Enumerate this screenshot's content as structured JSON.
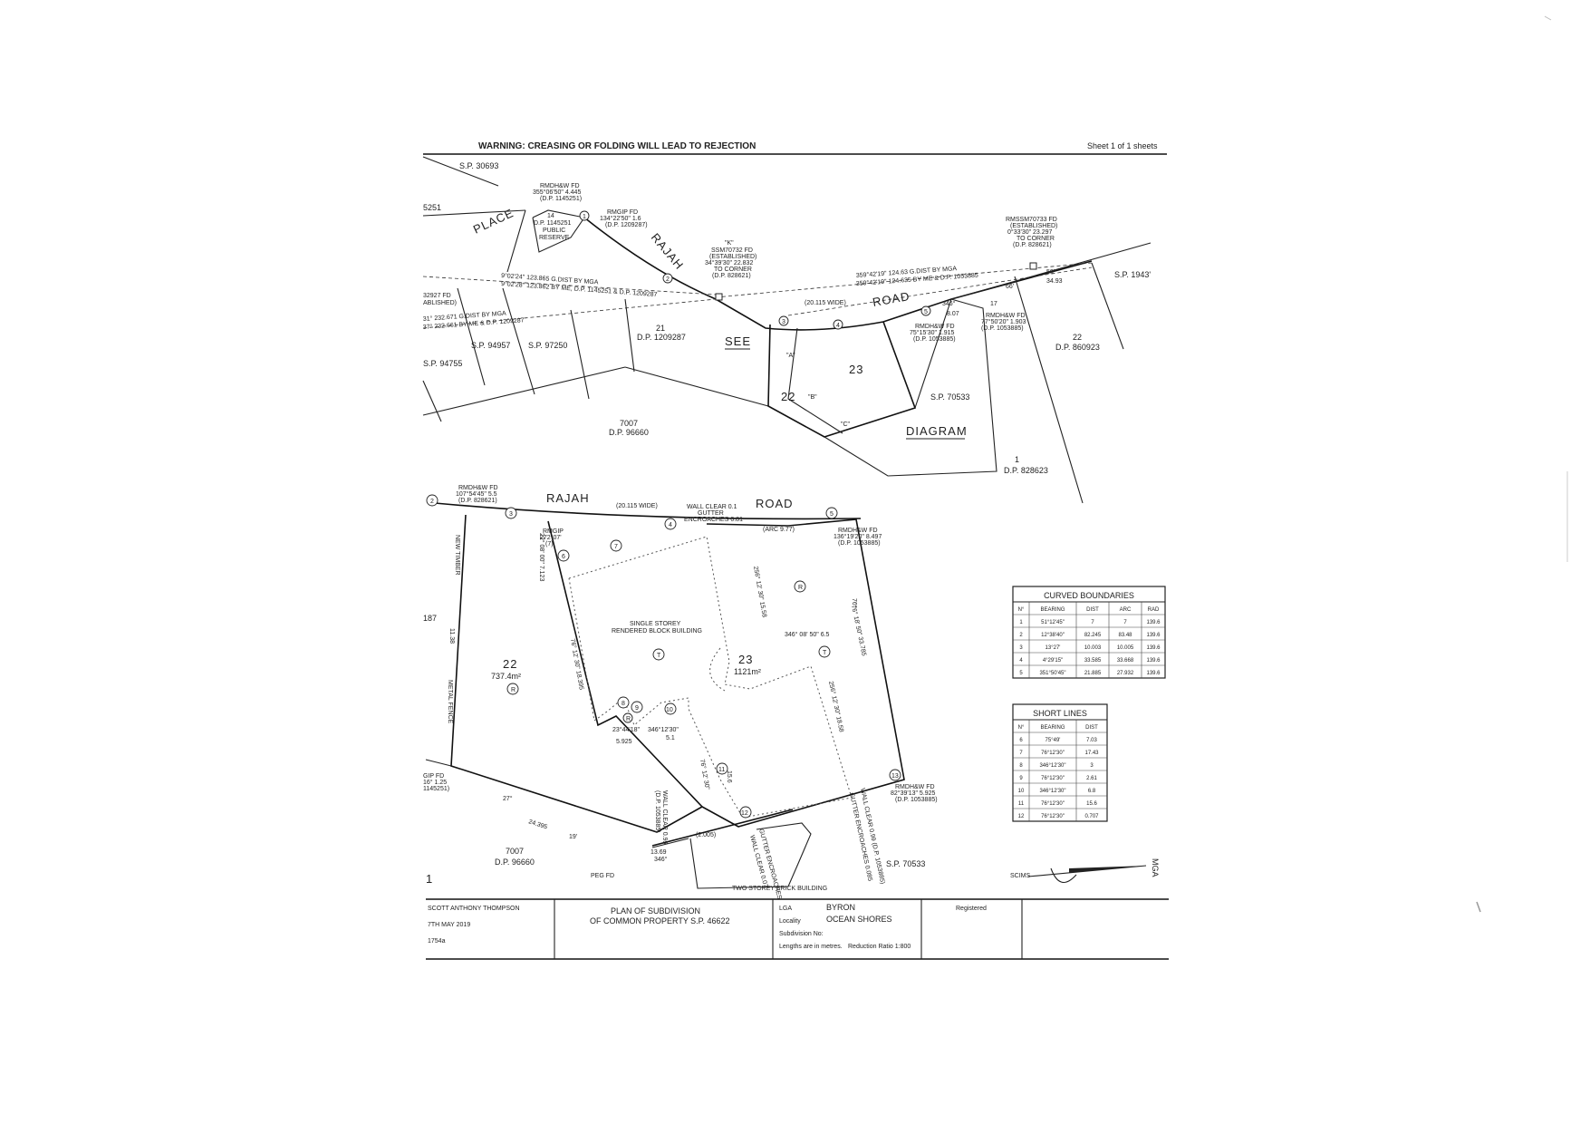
{
  "header": {
    "warning": "WARNING: CREASING OR FOLDING WILL LEAD TO REJECTION",
    "sheet": "Sheet 1 of 1 sheets"
  },
  "top_diagram": {
    "road_words": [
      "RAJAH",
      "ROAD"
    ],
    "place_word": "PLACE",
    "see_word": "SEE",
    "diagram_word": "DIAGRAM",
    "road_width": "(20.115 WIDE)",
    "lot_labels": {
      "sp30693": "S.P. 30693",
      "n251": "5251",
      "sp19431": "S.P. 1943'",
      "sp94957": "S.P. 94957",
      "sp97250": "S.P. 97250",
      "sp94755": "S.P. 94755",
      "lot21": "21",
      "dp1209287": "D.P. 1209287",
      "lot22": "22",
      "lot23": "23",
      "sp70533": "S.P. 70533",
      "lot7007": "7007",
      "dp96660": "D.P. 96660",
      "lot22r": "22",
      "dp860923": "D.P. 860923",
      "lot1": "1",
      "dp828623": "D.P. 828623",
      "lot14": "14",
      "dp1145251": "D.P. 1145251",
      "public": "PUBLIC",
      "reserve": "RESERVE"
    },
    "corner_marks": [
      "\"A\"",
      "\"B\"",
      "\"C\""
    ],
    "notes": {
      "rmdhw_fd_1": "RMDH&W FD",
      "rmdhw_fd_1b": "355°06'50\" 4.445",
      "rmdhw_fd_1c": "(D.P. 1145251)",
      "rmgip_fd": "RMGIP FD",
      "rmgip_fd_b": "134°22'50\" 1.6",
      "rmgip_fd_c": "(D.P. 1209287)",
      "ssm_k": "\"K\"",
      "ssm_k_b": "SSM70732 FD",
      "ssm_k_c": "(ESTABLISHED)",
      "ssm_k_d": "34°39'30\" 22.832",
      "ssm_k_e": "TO CORNER",
      "ssm_k_f": "(D.P. 828621)",
      "rmssm": "RMSSM70733 FD",
      "rmssm_b": "(ESTABLISHED)",
      "rmssm_c": "0°33'30\" 23.297",
      "rmssm_d": "TO CORNER",
      "rmssm_e": "(D.P. 828621)",
      "gdist_r": "359°42'19\" 124.63 G.DIST BY MGA",
      "gdist_r2": "359°42'19\" 124.635 BY ME & D.P. 1053885",
      "gdist_l": "9°02'24\" 123.865 G.DIST BY MGA",
      "gdist_l2": "9°02'28\" 123.862 BY ME, D.P. 1145251 & D.P. 1209287",
      "left_a": "32927 FD",
      "left_b": "ABLISHED)",
      "left_c": "31° 232.671 G.DIST BY MGA",
      "left_d": "37° 232.661 BY ME & D.P. 1209287",
      "seg_6": "66'",
      "seg_50": "50'",
      "seg_3493": "34.93",
      "seg_346": "346°",
      "seg_807": "8.07",
      "seg_17": "17",
      "rmdhw2": "RMDH&W FD",
      "rmdhw2_b": "75°15'30\" 1.915",
      "rmdhw2_c": "(D.P. 1053885)",
      "rmdhw3": "RMDH&W FD",
      "rmdhw3_b": "77°50'20\" 1.903",
      "rmdhw3_c": "(D.P. 1053885)"
    }
  },
  "bottom_plan": {
    "road_words": [
      "RAJAH",
      "ROAD"
    ],
    "road_width": "(20.115 WIDE)",
    "wall_clear": [
      "WALL CLEAR 0.1",
      "GUTTER",
      "ENCROACHES 0.81"
    ],
    "arc": "(ARC 9.77)",
    "rmdhw_tl": [
      "RMDH&W FD",
      "107°54'45\" 5.5",
      "(D.P. 828621)"
    ],
    "rmgip": [
      "RMGIP",
      "272°07'",
      "(7)"
    ],
    "rmdhw_tr": [
      "RMDH&W FD",
      "136°19'20\" 8.497",
      "(D.P. 1053885)"
    ],
    "rmdhw_br": [
      "RMDH&W FD",
      "82°39'13\" 5.925",
      "(D.P. 1053885)"
    ],
    "gip_fd": [
      "GIP FD",
      "16° 1.25",
      "1145251)"
    ],
    "building": [
      "SINGLE STOREY",
      "RENDERED BLOCK BUILDING"
    ],
    "lot22": "22",
    "lot22_area": "737.4m²",
    "lot23": "23",
    "lot23_area": "1121m²",
    "lot7007": "7007",
    "dp96660": "D.P. 96660",
    "sp70533": "S.P. 70533",
    "peg_fd": "PEG FD",
    "two_storey": "TWO STOREY BRICK BUILDING",
    "fence_left": "NEW TIMBER",
    "fence_left2": "METAL FENCE",
    "n187": "187",
    "n1": "1",
    "dims": {
      "d1": "22° 08' 00\" 7.123",
      "d2": "76° 12' 30\" 18.395",
      "d3": "23°44'18\"",
      "d4": "5.925",
      "d5": "346°12'30\"",
      "d6": "5.1",
      "d7": "76° 12' 30\"",
      "d8": "256° 12' 30\" 15.58",
      "d9": "346° 08' 50\" 6.5",
      "d10": "76° 18' 50\" 33.785",
      "d11": "256° 12' 30\" 18.58",
      "d12": "13.69",
      "d13": "346°",
      "d14": "(2.005)",
      "d15": "27°",
      "d16": "24.395",
      "d17": "19'",
      "d18": "11.38",
      "d19": "76°",
      "d20": "15.6"
    },
    "walls": [
      "WALL CLEAR 0.99",
      "(D.P. 1053885)",
      "WALL CLEAR 0.07",
      "GUTTER ENCROACHES",
      "WALL CLEAR 0.99 (D.P. 1053885)",
      "GUTTER ENCROACHES 0.085"
    ],
    "north": "MGA",
    "scale_label": "SCIMS"
  },
  "curved_boundaries": {
    "title": "CURVED BOUNDARIES",
    "headers": [
      "N°",
      "BEARING",
      "DIST",
      "ARC",
      "RAD"
    ],
    "rows": [
      [
        "1",
        "51°12'45\"",
        "7",
        "7",
        "139.6"
      ],
      [
        "2",
        "12°38'40\"",
        "82.245",
        "83.48",
        "139.6"
      ],
      [
        "3",
        "13°27'",
        "10.003",
        "10.005",
        "139.6"
      ],
      [
        "4",
        "4°29'15\"",
        "33.585",
        "33.668",
        "139.6"
      ],
      [
        "5",
        "351°50'45\"",
        "21.885",
        "27.932",
        "139.6"
      ]
    ]
  },
  "short_lines": {
    "title": "SHORT LINES",
    "headers": [
      "N°",
      "BEARING",
      "DIST"
    ],
    "rows": [
      [
        "6",
        "75°49'",
        "7.03"
      ],
      [
        "7",
        "76°12'30\"",
        "17.43"
      ],
      [
        "8",
        "346°12'30\"",
        "3"
      ],
      [
        "9",
        "76°12'30\"",
        "2.61"
      ],
      [
        "10",
        "346°12'30\"",
        "6.8"
      ],
      [
        "11",
        "76°12'30\"",
        "15.6"
      ],
      [
        "12",
        "76°12'30\"",
        "0.707"
      ]
    ]
  },
  "title_block": {
    "surveyor": "SCOTT ANTHONY THOMPSON",
    "date": "7TH MAY 2019",
    "ref": "1754a",
    "plan_line1": "PLAN OF SUBDIVISION",
    "plan_line2": "OF COMMON PROPERTY S.P. 46622",
    "lga_label": "LGA",
    "lga": "BYRON",
    "locality_label": "Locality",
    "locality": "OCEAN SHORES",
    "subdiv_label": "Subdivision No:",
    "lengths": "Lengths are in metres.",
    "ratio": "Reduction Ratio 1:800",
    "registered": "Registered"
  }
}
